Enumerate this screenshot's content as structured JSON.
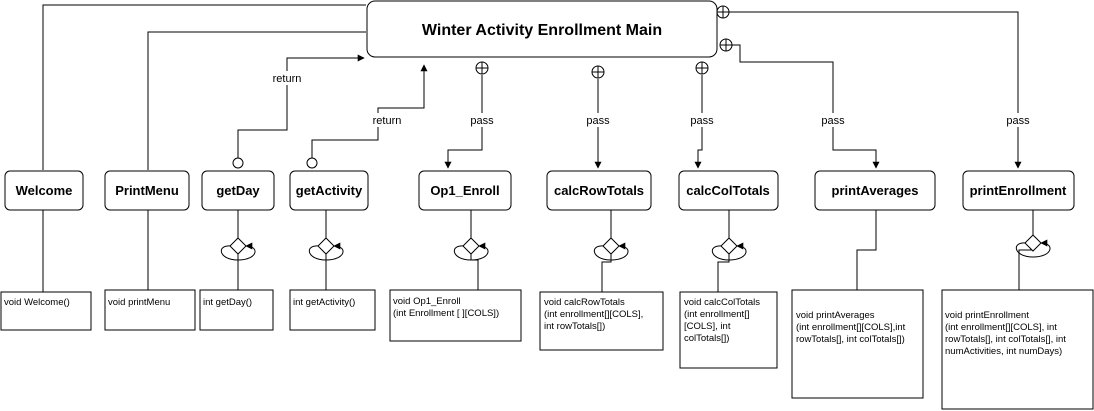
{
  "main": {
    "title": "Winter Activity Enrollment Main"
  },
  "modules": [
    {
      "id": "welcome",
      "label": "Welcome"
    },
    {
      "id": "print-menu",
      "label": "PrintMenu"
    },
    {
      "id": "get-day",
      "label": "getDay"
    },
    {
      "id": "get-activity",
      "label": "getActivity"
    },
    {
      "id": "op1-enroll",
      "label": "Op1_Enroll"
    },
    {
      "id": "calc-row-totals",
      "label": "calcRowTotals"
    },
    {
      "id": "calc-col-totals",
      "label": "calcColTotals"
    },
    {
      "id": "print-averages",
      "label": "printAverages"
    },
    {
      "id": "print-enrollment",
      "label": "printEnrollment"
    }
  ],
  "edge_labels": {
    "return": "return",
    "pass": "pass"
  },
  "notes": {
    "welcome": [
      "void Welcome()"
    ],
    "print_menu": [
      "void printMenu"
    ],
    "get_day": [
      "int getDay()"
    ],
    "get_activity": [
      "int getActivity()"
    ],
    "op1_enroll": [
      "void Op1_Enroll",
      "(int Enrollment [ ][COLS])"
    ],
    "calc_row_totals": [
      "void calcRowTotals",
      "(int enrollment[][COLS],",
      "int rowTotals[])"
    ],
    "calc_col_totals": [
      "void calcColTotals",
      "(int enrollment[]",
      "[COLS], int",
      "colTotals[])"
    ],
    "print_averages": [
      "void printAverages",
      "",
      "(int enrollment[][COLS],int",
      "rowTotals[], int colTotals[])"
    ],
    "print_enrollment": [
      "void printEnrollment",
      "",
      "(int enrollment[][COLS], int",
      "rowTotals[], int colTotals[], int",
      "numActivities, int numDays)"
    ]
  }
}
